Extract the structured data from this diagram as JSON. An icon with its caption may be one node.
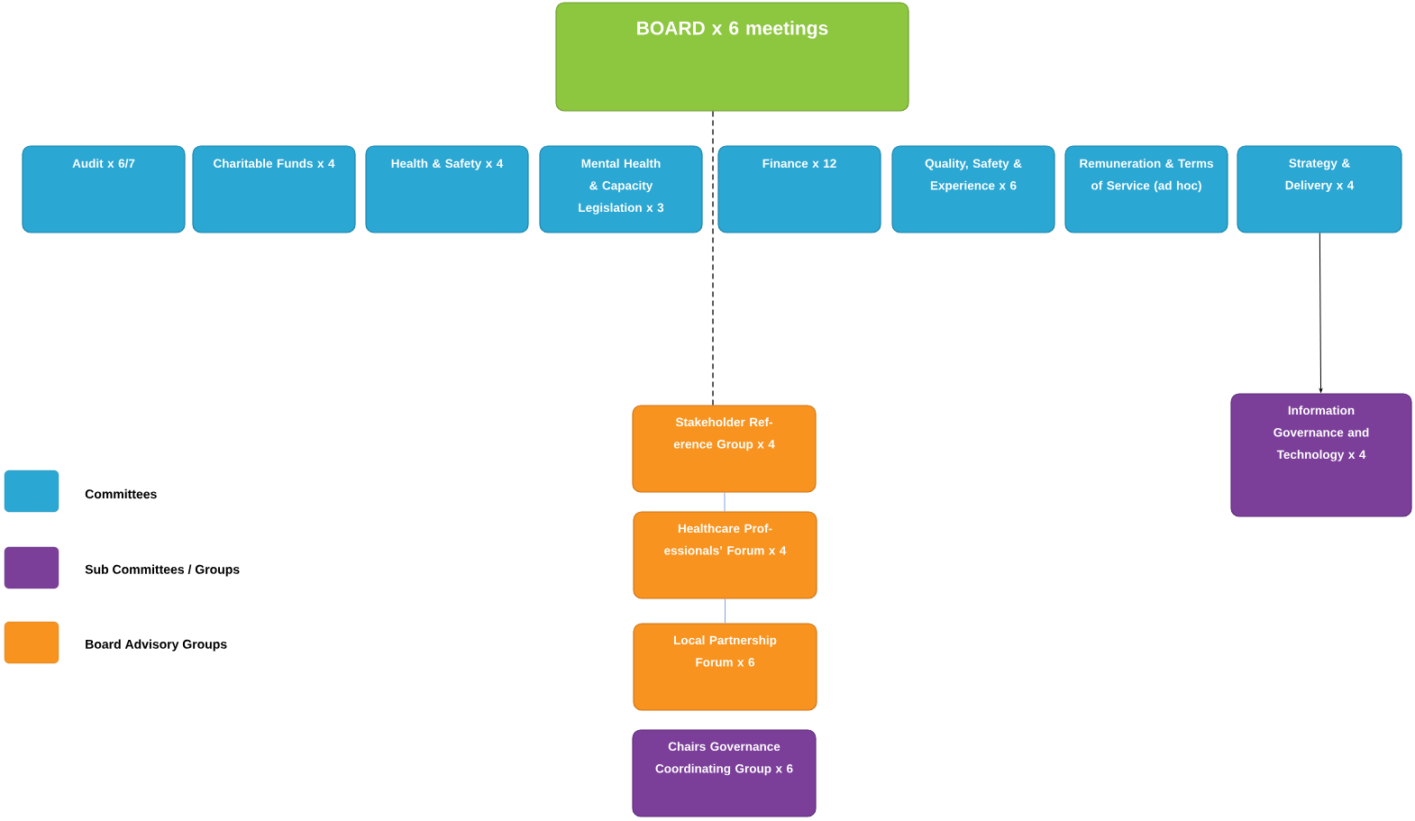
{
  "diagram": {
    "nodes": [
      {
        "text": [
          "BOARD x 6 meetings"
        ]
      },
      {
        "text": [
          "Audit x 6/7"
        ]
      },
      {
        "text": [
          "Charitable Funds x 4"
        ]
      },
      {
        "text": [
          "Health & Safety x 4"
        ]
      },
      {
        "text": [
          "Mental Health & Capacity Legislation x 3"
        ]
      },
      {
        "text": [
          "Finance x 12"
        ]
      },
      {
        "text": [
          "Quality, Safety & Experience x 6"
        ]
      },
      {
        "text": [
          "Remuneration & Terms of Service (ad hoc)"
        ]
      },
      {
        "text": [
          "Strategy & Delivery x 4"
        ]
      },
      {
        "text": [
          "Stakeholder Ref-erence Group x 4"
        ]
      },
      {
        "text": [
          "Healthcare Prof-essionals’ Forum x 4"
        ]
      },
      {
        "text": [
          "Local Partnership Forum x 6"
        ]
      },
      {
        "text": [
          "Chairs Governance Coordinating Group x 6"
        ]
      },
      {
        "text": [
          "Information Governance and Technology x 4"
        ]
      }
    ],
    "edges": [
      {
        "from": 0,
        "to": 9,
        "arrow": "none",
        "style": "dashed"
      },
      {
        "from": 9,
        "to": 10,
        "arrow": "none",
        "color": "#7fa7d9"
      },
      {
        "from": 10,
        "to": 11,
        "arrow": "none",
        "color": "#7fa7d9"
      },
      {
        "from": 8,
        "to": 13,
        "arrow": "to"
      }
    ],
    "legend": [
      {
        "text": "Committees",
        "color": "#2ba7d3"
      },
      {
        "text": "Sub Committees / Groups",
        "color": "#7b3f9a"
      },
      {
        "text": "Board Advisory Groups",
        "color": "#f7931e"
      }
    ]
  }
}
